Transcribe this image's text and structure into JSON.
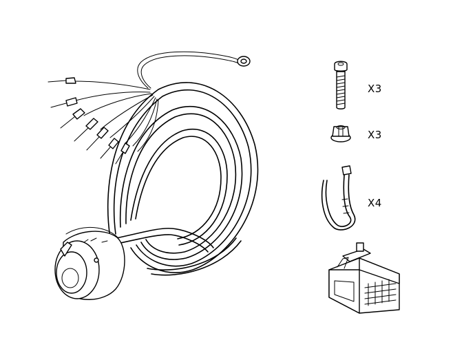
{
  "parts": {
    "bolt": {
      "quantity": "X3",
      "icon": "bolt-icon"
    },
    "nut": {
      "quantity": "X3",
      "icon": "flange-nut-icon"
    },
    "cable_tie": {
      "quantity": "X4",
      "icon": "cable-tie-icon"
    },
    "harness": {
      "icon": "wiring-harness-icon"
    },
    "socket": {
      "icon": "trailer-socket-icon"
    },
    "connector": {
      "icon": "multi-pin-connector-icon"
    }
  },
  "colors": {
    "line": "#000000",
    "background": "#ffffff"
  }
}
